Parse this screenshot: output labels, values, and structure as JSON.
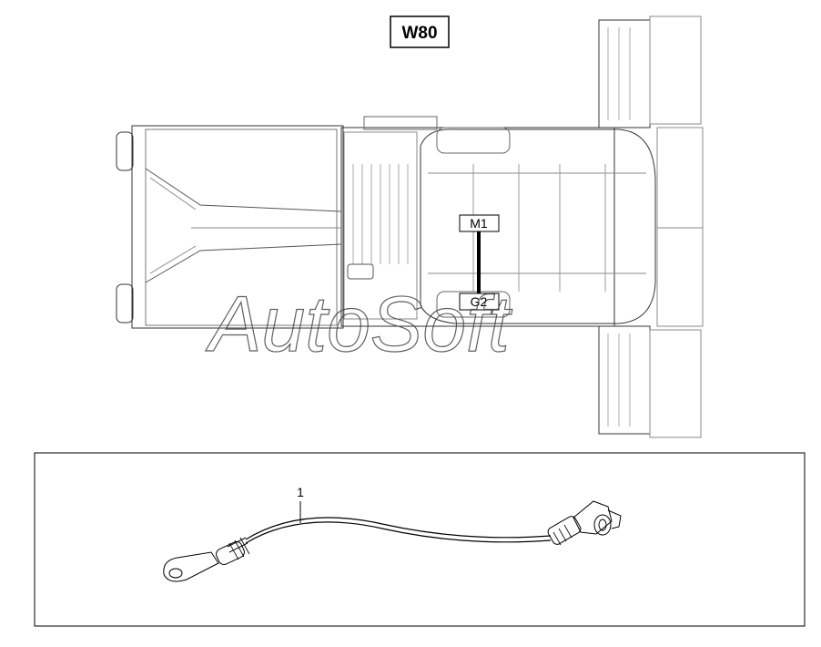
{
  "diagram": {
    "title": "W80",
    "connector_labels": [
      "M1",
      "G2"
    ],
    "detail_part_number": "1"
  },
  "watermark": "AutoSoft",
  "colors": {
    "line": "#333333",
    "light_line": "#9a9a9a",
    "background": "#ffffff"
  }
}
